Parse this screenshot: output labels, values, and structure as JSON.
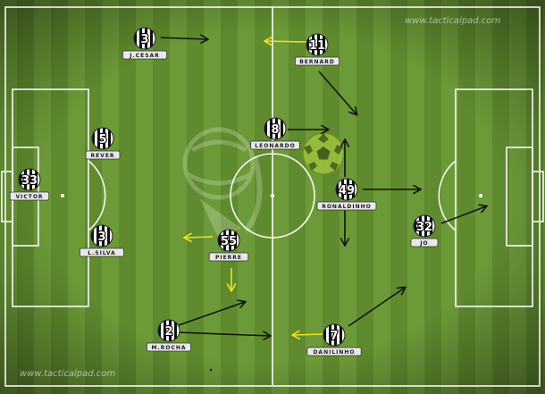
{
  "watermark_top": "www.tacticalpad.com",
  "watermark_bottom": "www.tacticalpad.com",
  "colors": {
    "pitch_light": "#6f9c3a",
    "pitch_dark": "#5b862c",
    "line": "#ffffff",
    "arrow_black": "#111111",
    "arrow_yellow": "#f2e21b",
    "label_bg": "#e8e8e8"
  },
  "icons": [
    "football-icon",
    "trophy-logo-watermark"
  ],
  "players": [
    {
      "id": "victor",
      "number": "33",
      "name": "VICTOR"
    },
    {
      "id": "rever",
      "number": "5",
      "name": "REVER"
    },
    {
      "id": "lsilva",
      "number": "3",
      "name": "L.SILVA"
    },
    {
      "id": "jcesar",
      "number": "3",
      "name": "J.CESAR"
    },
    {
      "id": "bernard",
      "number": "11",
      "name": "BERNARD"
    },
    {
      "id": "leonardo",
      "number": "8",
      "name": "LEONARDO"
    },
    {
      "id": "ronaldinho",
      "number": "49",
      "name": "RONALDINHO"
    },
    {
      "id": "pierre",
      "number": "55",
      "name": "PIERRE"
    },
    {
      "id": "jo",
      "number": "32",
      "name": "JO"
    },
    {
      "id": "mrocha",
      "number": "2",
      "name": "M.ROCHA"
    },
    {
      "id": "danilinho",
      "number": "7",
      "name": "DANILINHO"
    }
  ]
}
